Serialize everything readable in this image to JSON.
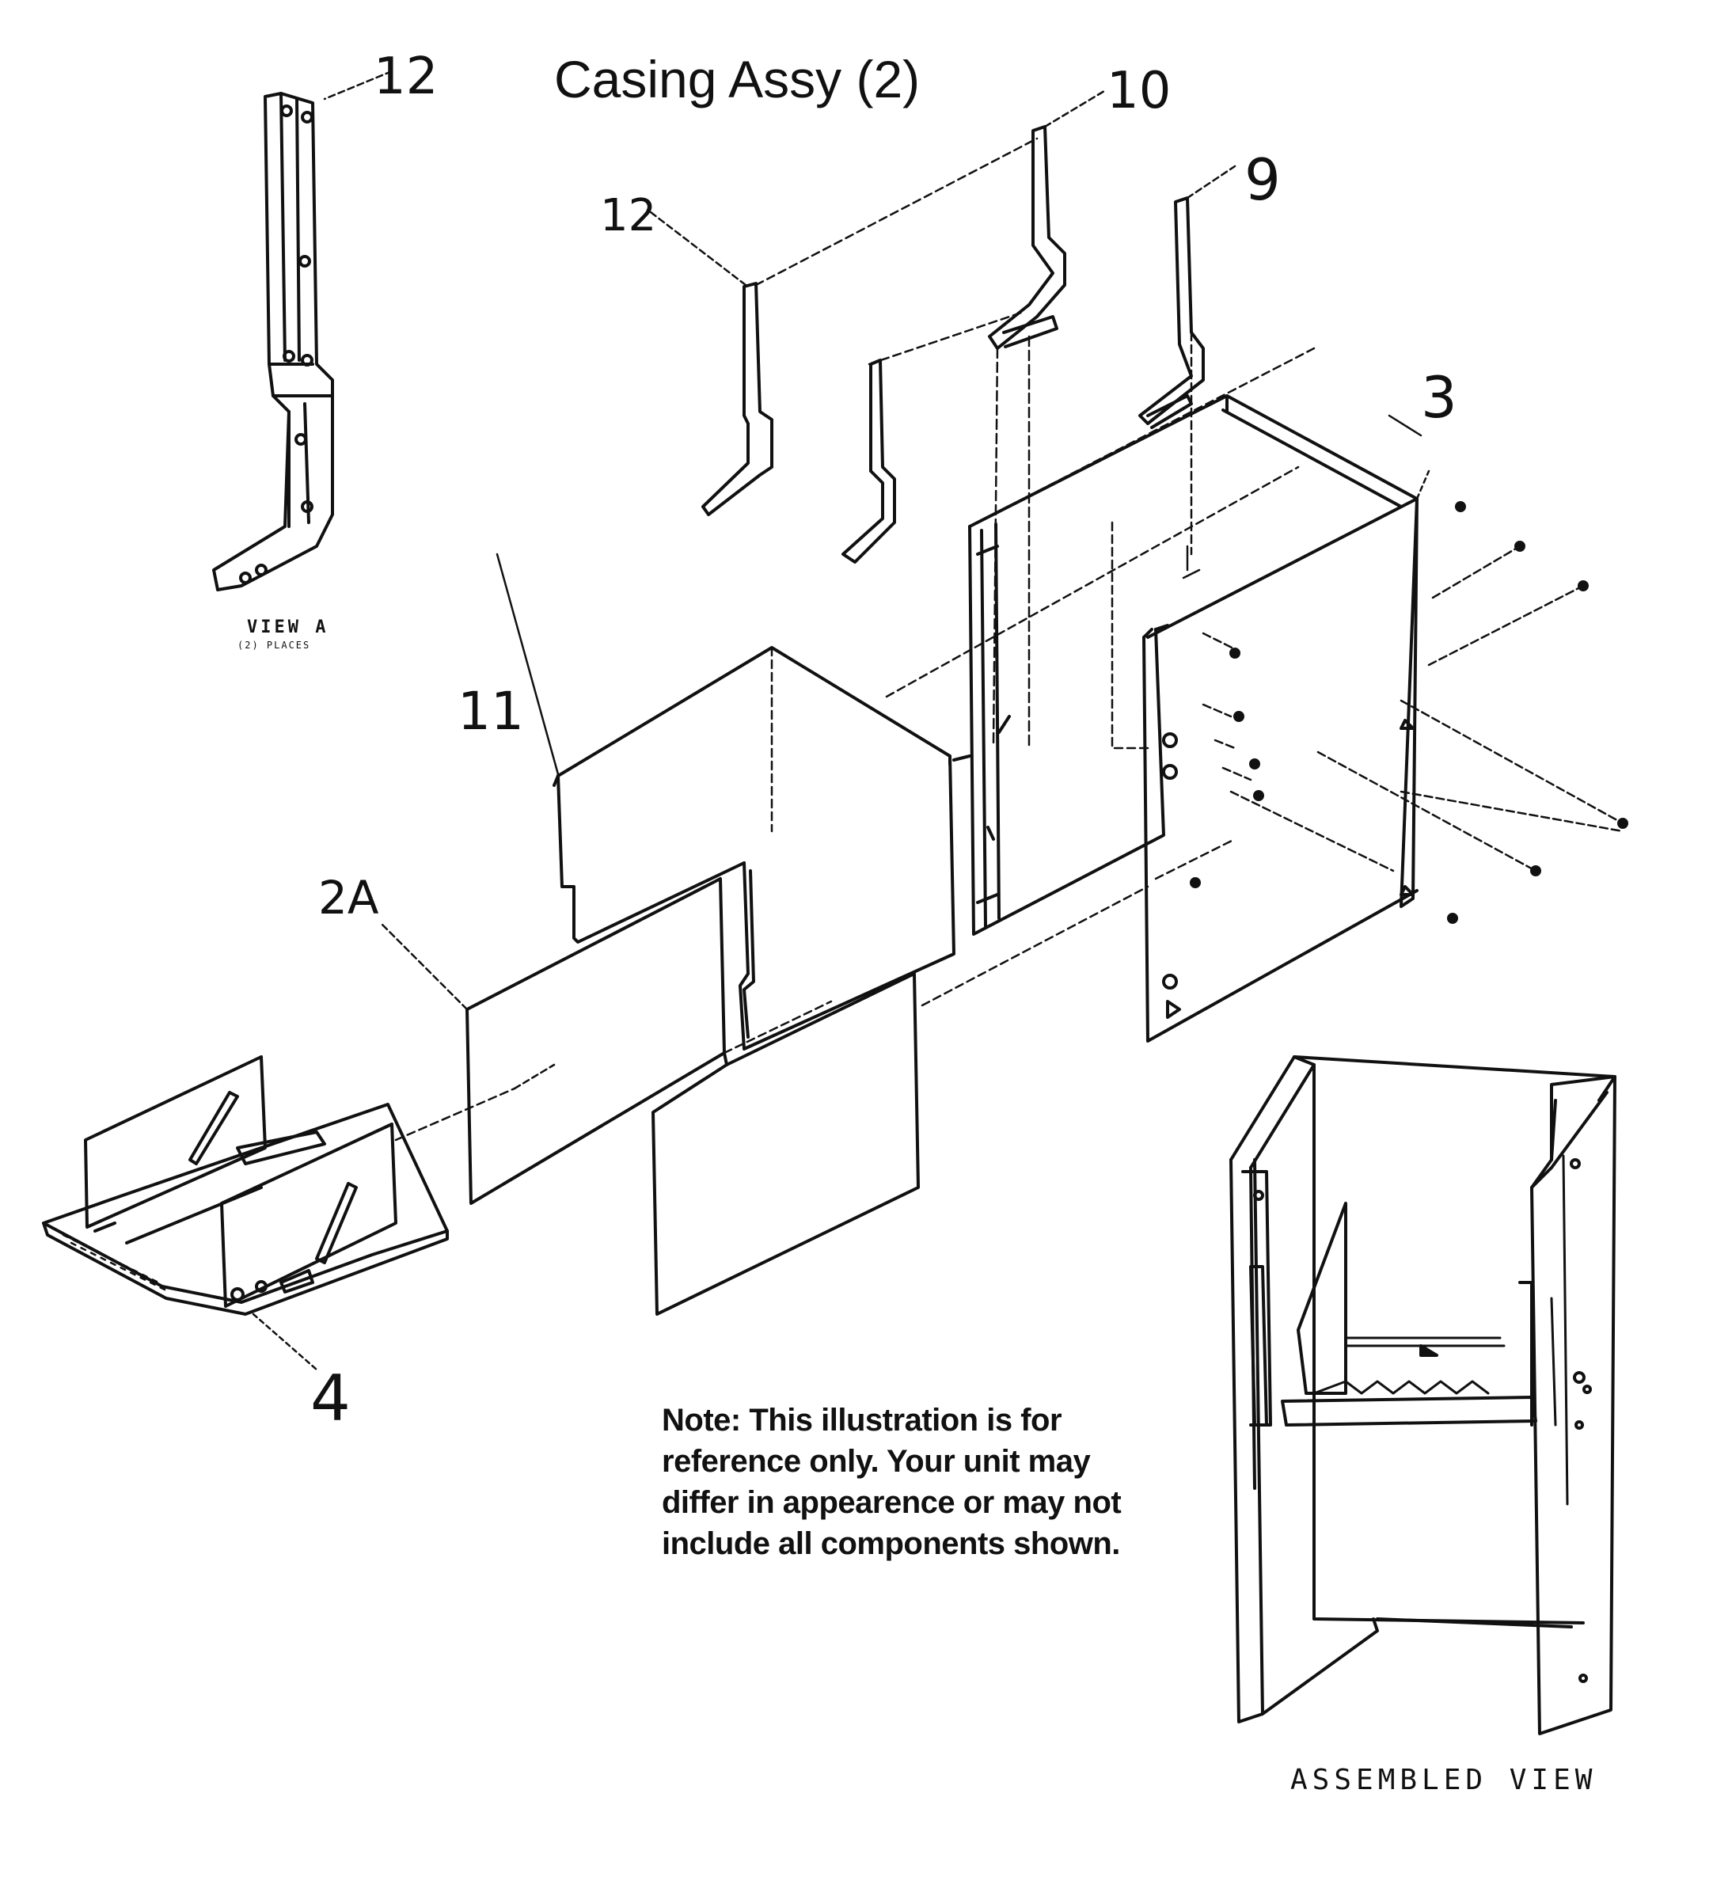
{
  "title": "Casing Assy (2)",
  "note": "Note: This illustration is for reference only. Your unit may differ in appearence or may not include all components shown.",
  "view_a": {
    "label": "VIEW A",
    "sub": "(2) PLACES"
  },
  "assembled_label": "ASSEMBLED VIEW",
  "callouts": {
    "c12_top": "12",
    "c12_mid": "12",
    "c10": "10",
    "c9": "9",
    "c3": "3",
    "c11": "11",
    "c2a": "2A",
    "c4": "4"
  }
}
